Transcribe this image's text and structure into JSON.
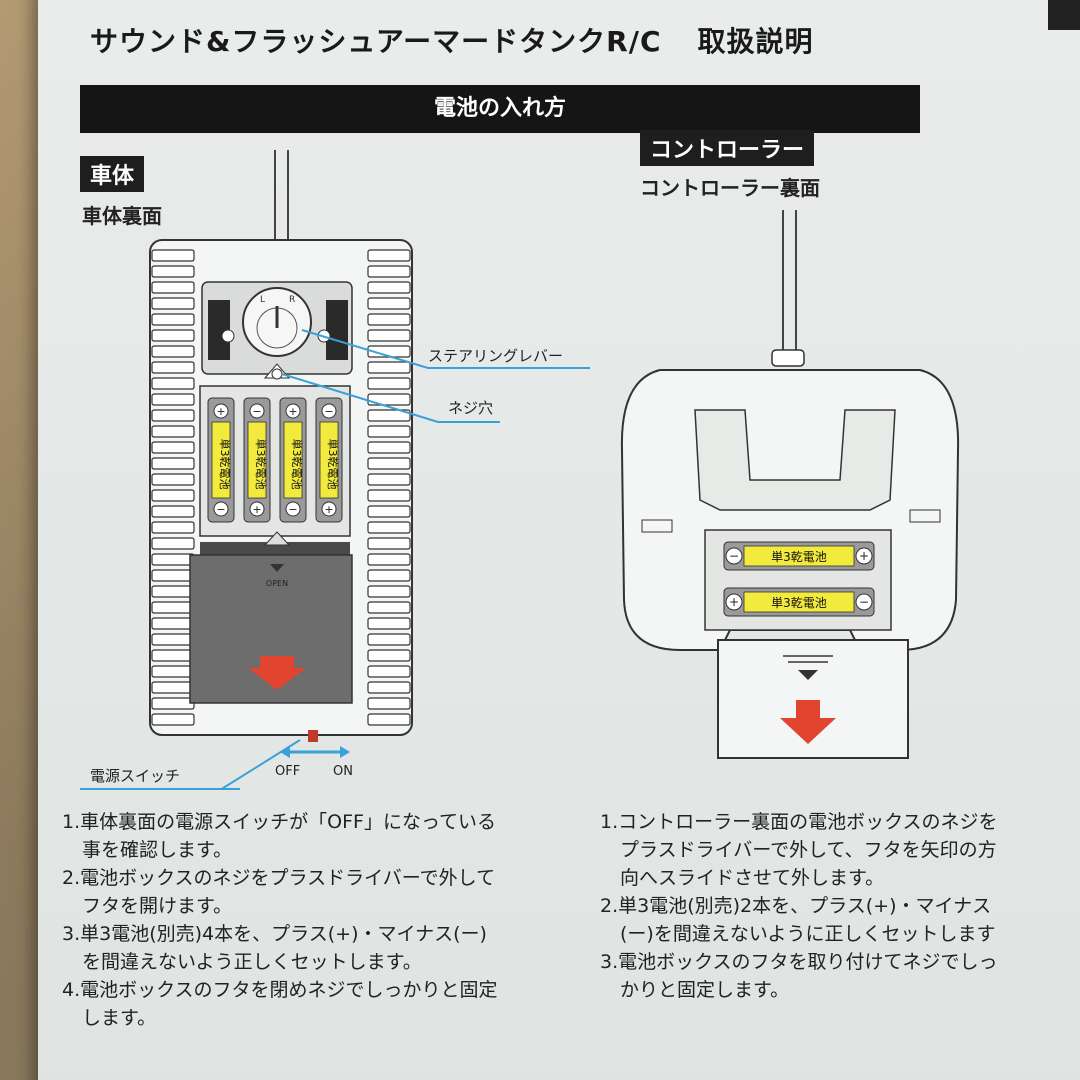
{
  "header": {
    "title": "サウンド&フラッシュアーマードタンクR/C",
    "subtitle": "取扱説明",
    "section": "電池の入れ方"
  },
  "vehicle": {
    "tag": "車体",
    "heading": "車体裏面",
    "steering_label": "ステアリングレバー",
    "screw_label": "ネジ穴",
    "switch_label": "電源スイッチ",
    "off_label": "OFF",
    "on_label": "ON",
    "open_label": "OPEN",
    "battery_label": "単3乾電池",
    "steps": [
      "1.車体裏面の電源スイッチが「OFF」になっている",
      "事を確認します。",
      "2.電池ボックスのネジをプラスドライバーで外して",
      "フタを開けます。",
      "3.単3電池(別売)4本を、プラス(+)・マイナス(ー)",
      "を間違えないよう正しくセットします。",
      "4.電池ボックスのフタを閉めネジでしっかりと固定",
      "します。"
    ]
  },
  "controller": {
    "tag": "コントローラー",
    "heading": "コントローラー裏面",
    "battery_label": "単3乾電池",
    "steps": [
      "1.コントローラー裏面の電池ボックスのネジを",
      "プラスドライバーで外して、フタを矢印の方",
      "向へスライドさせて外します。",
      "2.単3電池(別売)2本を、プラス(+)・マイナス",
      "(ー)を間違えないように正しくセットします",
      "3.電池ボックスのフタを取り付けてネジでしっ",
      "かりと固定します。"
    ]
  },
  "colors": {
    "battery_yellow": "#f2ea3c",
    "arrow_red": "#e2452f",
    "callout_blue": "#3aa0d8"
  }
}
